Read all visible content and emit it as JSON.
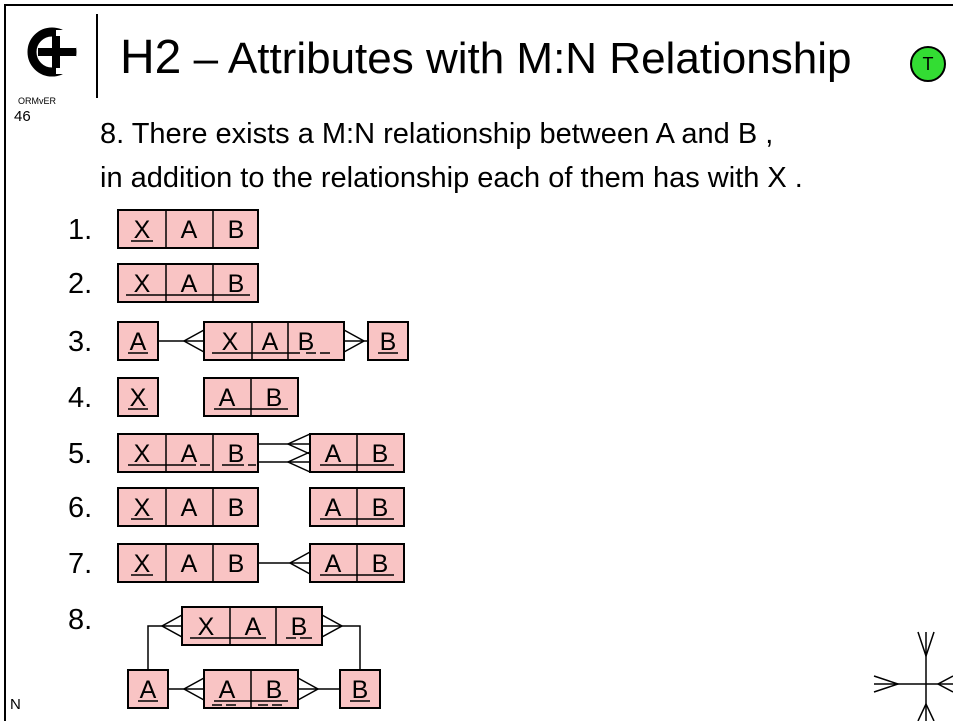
{
  "header": {
    "title_code": "H2",
    "title_dash": "–",
    "title_text": "Attributes with M:N Relationship",
    "ormver": "ORMvER",
    "slide_number": "46",
    "badge": "T"
  },
  "problem": {
    "line1": "8. There exists a M:N relationship between  A  and  B ,",
    "line2": "in addition to the relationship each of them has with  X ."
  },
  "options": [
    {
      "label": "1."
    },
    {
      "label": "2."
    },
    {
      "label": "3."
    },
    {
      "label": "4."
    },
    {
      "label": "5."
    },
    {
      "label": "6."
    },
    {
      "label": "7."
    },
    {
      "label": "8."
    }
  ],
  "attr": {
    "x": "X",
    "a": "A",
    "b": "B"
  },
  "footer": {
    "n": "N"
  },
  "colors": {
    "table_fill": "#f9c4c4",
    "badge": "#33dd33"
  }
}
